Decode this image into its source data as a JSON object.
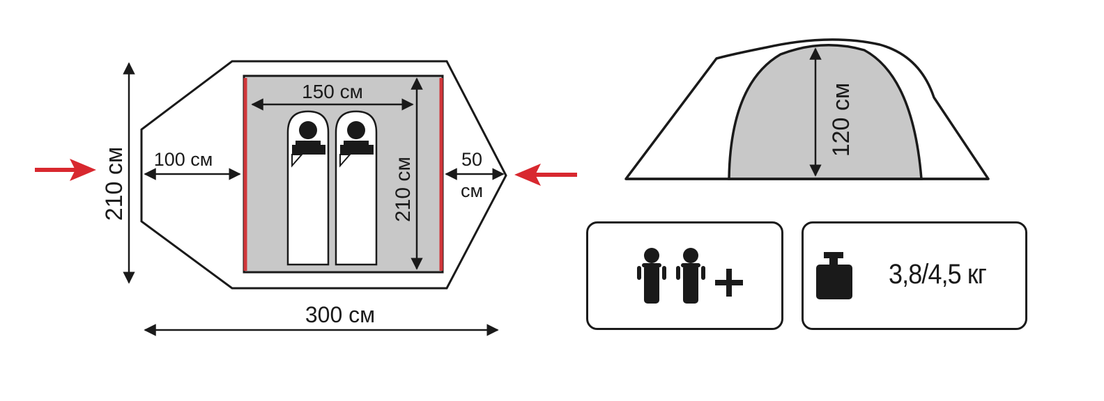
{
  "floor_plan": {
    "outer_width_label": "300 см",
    "outer_height_label": "210 см",
    "inner_width_label": "150 см",
    "inner_height_label": "210 см",
    "vestibule_front_label": "100 см",
    "vestibule_back_label_line1": "50",
    "vestibule_back_label_line2": "см"
  },
  "side_view": {
    "height_label": "120 см"
  },
  "capacity": {
    "icon": "two-persons-plus-icon"
  },
  "weight": {
    "icon": "weight-icon",
    "label": "3,8/4,5 кг"
  },
  "colors": {
    "line": "#1a1a1a",
    "inner_fill": "#c8c8c8",
    "wall_accent": "#d0363a",
    "arrow_accent": "#d8282f"
  }
}
